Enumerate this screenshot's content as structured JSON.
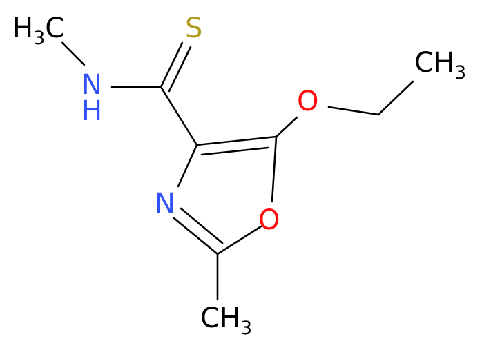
{
  "molecule": {
    "atoms": {
      "methyl_n": {
        "main": "H",
        "sub": "3",
        "tail": "C"
      },
      "nitrogen_h": {
        "main": "N",
        "h": "H"
      },
      "sulfur": {
        "main": "S"
      },
      "ring_nitrogen": {
        "main": "N"
      },
      "ring_oxygen": {
        "main": "O"
      },
      "ether_oxygen": {
        "main": "O"
      },
      "ethyl_ch3": {
        "main": "CH",
        "sub": "3"
      },
      "ring_ch3": {
        "main": "CH",
        "sub": "3"
      }
    },
    "colors": {
      "carbon": "#000000",
      "nitrogen": "#3050F8",
      "oxygen": "#FF0D0D",
      "sulfur": "#B29D21"
    }
  }
}
